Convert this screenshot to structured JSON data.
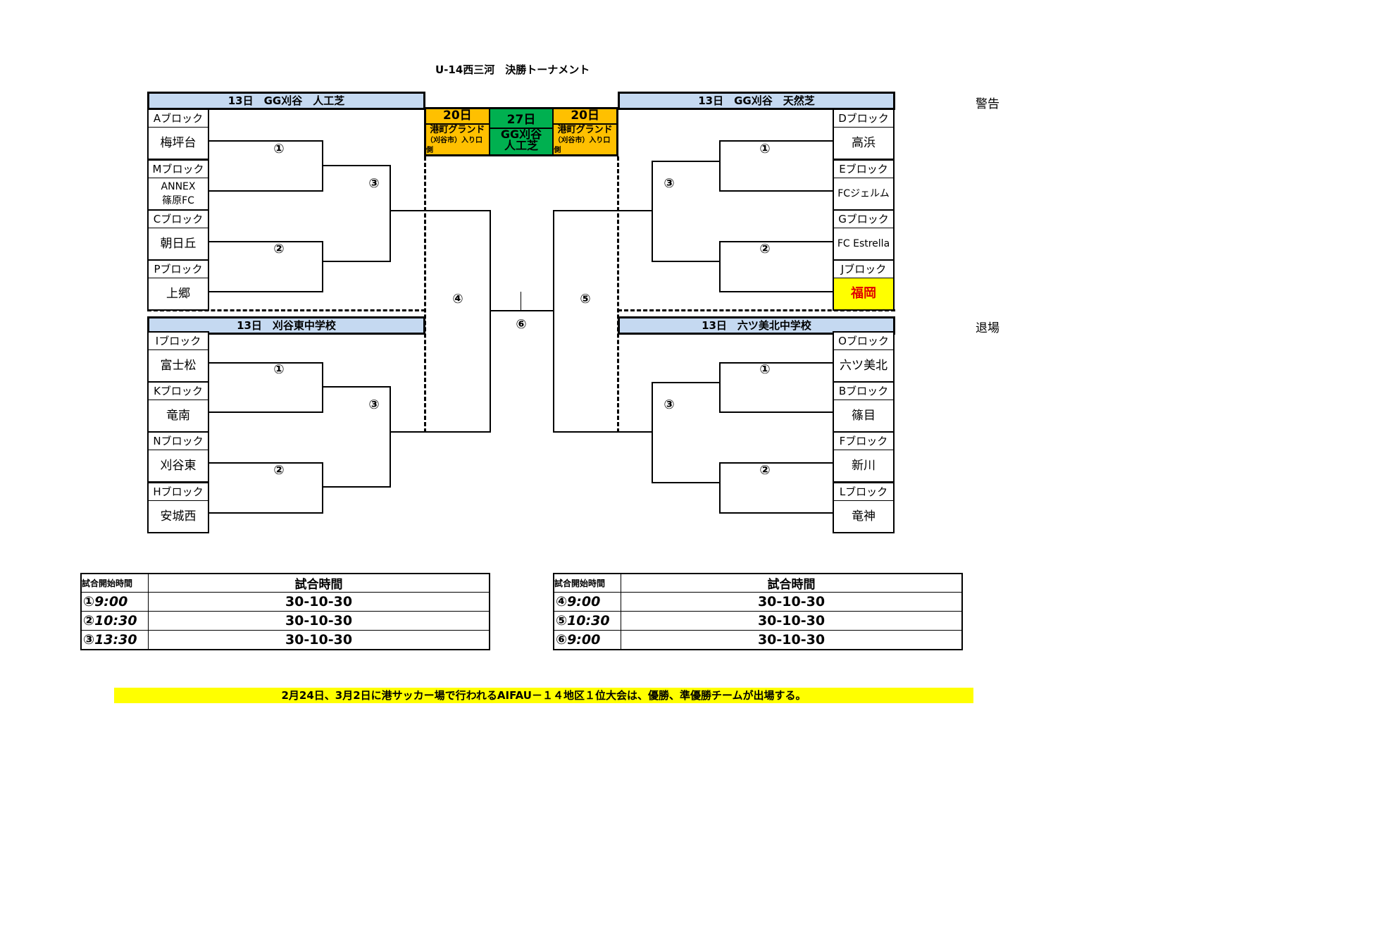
{
  "title": "U-14西三河　決勝トーナメント",
  "venues": {
    "top_left": "13日　GG刈谷　人工芝",
    "top_right": "13日　GG刈谷　天然芝",
    "bottom_left": "13日　刈谷東中学校",
    "bottom_right": "13日　六ツ美北中学校"
  },
  "finals_header": [
    {
      "day": "20日",
      "line1": "港町グランド",
      "line2": "（刈谷市）入り口側",
      "color": "#ffc000"
    },
    {
      "day": "27日",
      "line1": "GG刈谷",
      "line2": "人工芝",
      "color": "#00b050"
    },
    {
      "day": "20日",
      "line1": "港町グランド",
      "line2": "（刈谷市）入り口側",
      "color": "#ffc000"
    }
  ],
  "blocks_left_top": [
    {
      "label": "Aブロック",
      "team": "梅坪台"
    },
    {
      "label": "Mブロック",
      "team": "ANNEX\n篠原FC"
    },
    {
      "label": "Cブロック",
      "team": "朝日丘"
    },
    {
      "label": "Pブロック",
      "team": "上郷"
    }
  ],
  "blocks_left_bottom": [
    {
      "label": "Iブロック",
      "team": "富士松"
    },
    {
      "label": "Kブロック",
      "team": "竜南"
    },
    {
      "label": "Nブロック",
      "team": "刈谷東"
    },
    {
      "label": "Hブロック",
      "team": "安城西"
    }
  ],
  "blocks_right_top": [
    {
      "label": "Dブロック",
      "team": "高浜"
    },
    {
      "label": "Eブロック",
      "team": "FCジェルム"
    },
    {
      "label": "Gブロック",
      "team": "FC Estrella"
    },
    {
      "label": "Jブロック",
      "team": "福岡"
    }
  ],
  "blocks_right_bottom": [
    {
      "label": "Oブロック",
      "team": "六ツ美北"
    },
    {
      "label": "Bブロック",
      "team": "篠目"
    },
    {
      "label": "Fブロック",
      "team": "新川"
    },
    {
      "label": "Lブロック",
      "team": "竜神"
    }
  ],
  "match_numbers": {
    "m1": "①",
    "m2": "②",
    "m3": "③",
    "m4": "④",
    "m5": "⑤",
    "m6": "⑥"
  },
  "side_labels": {
    "warning": "警告",
    "sendoff": "退場"
  },
  "schedule_left": {
    "h1": "試合開始時間",
    "h2": "試合時間",
    "rows": [
      {
        "time": "①9:00",
        "dur": "30-10-30"
      },
      {
        "time": "②10:30",
        "dur": "30-10-30"
      },
      {
        "time": "③13:30",
        "dur": "30-10-30"
      }
    ]
  },
  "schedule_right": {
    "h1": "試合開始時間",
    "h2": "試合時間",
    "rows": [
      {
        "time": "④9:00",
        "dur": "30-10-30"
      },
      {
        "time": "⑤10:30",
        "dur": "30-10-30"
      },
      {
        "time": "⑥9:00",
        "dur": "30-10-30"
      }
    ]
  },
  "note": "2月24日、3月2日に港サッカー場で行われるAIFAU－１４地区１位大会は、優勝、準優勝チームが出場する。"
}
